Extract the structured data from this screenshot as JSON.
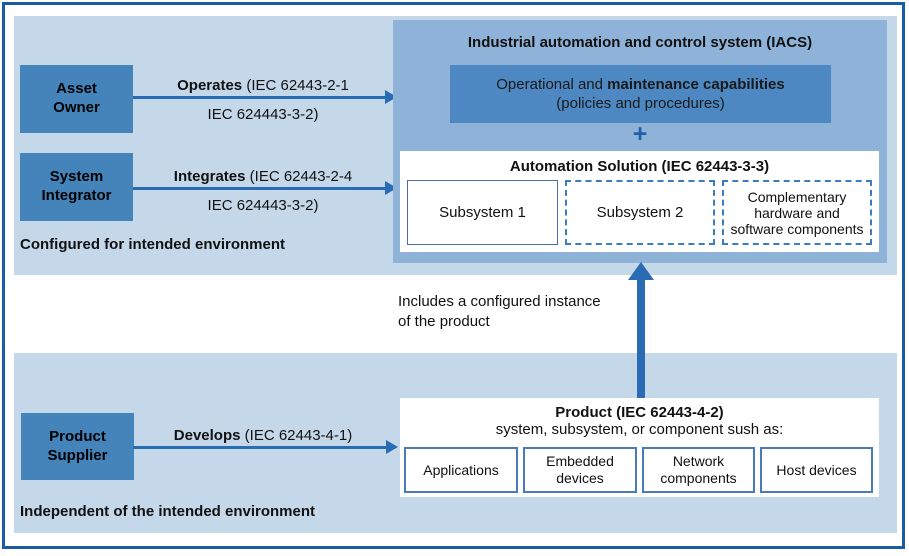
{
  "colors": {
    "frame_border": "#1b5ca6",
    "panel_bg": "#c5d8e9",
    "iacs_bg": "#8fb3d8",
    "actor_bg": "#4484bb",
    "operational_bg": "#4d88c3",
    "arrow": "#2a6cb3",
    "dashed_border": "#3c7cc0",
    "solid_inner_border": "#4a7ab8"
  },
  "top_section": {
    "section_label": "Configured for intended environment",
    "actors": {
      "asset_owner": "Asset\nOwner",
      "system_integrator": "System\nIntegrator"
    },
    "arrows": {
      "operates": {
        "verb": "Operates",
        "ref": " (IEC 62443-2-1",
        "ref2": "IEC 624443-3-2)"
      },
      "integrates": {
        "verb": "Integrates",
        "ref": " (IEC 62443-2-4",
        "ref2": "IEC 624443-3-2)"
      }
    },
    "iacs": {
      "title": "Industrial automation and control system (IACS)",
      "operational": {
        "line1_regular": "Operational and ",
        "line1_bold": "maintenance capabilities",
        "line2": "(policies and procedures)"
      },
      "plus": "+",
      "automation_solution": {
        "title": "Automation Solution (IEC 62443-3-3)",
        "subsystem1": "Subsystem 1",
        "subsystem2": "Subsystem 2",
        "complementary": "Complementary hardware and software components"
      }
    }
  },
  "middle": {
    "note": "Includes a configured instance\nof the product"
  },
  "bottom_section": {
    "section_label": "Independent of the intended environment",
    "actor": "Product\nSupplier",
    "arrow": {
      "verb": "Develops",
      "ref": " (IEC 62443-4-1)"
    },
    "product": {
      "title": "Product (IEC 62443-4-2)",
      "subtitle": "system, subsystem, or component sush as:",
      "boxes": [
        "Applications",
        "Embedded devices",
        "Network components",
        "Host devices"
      ]
    }
  }
}
